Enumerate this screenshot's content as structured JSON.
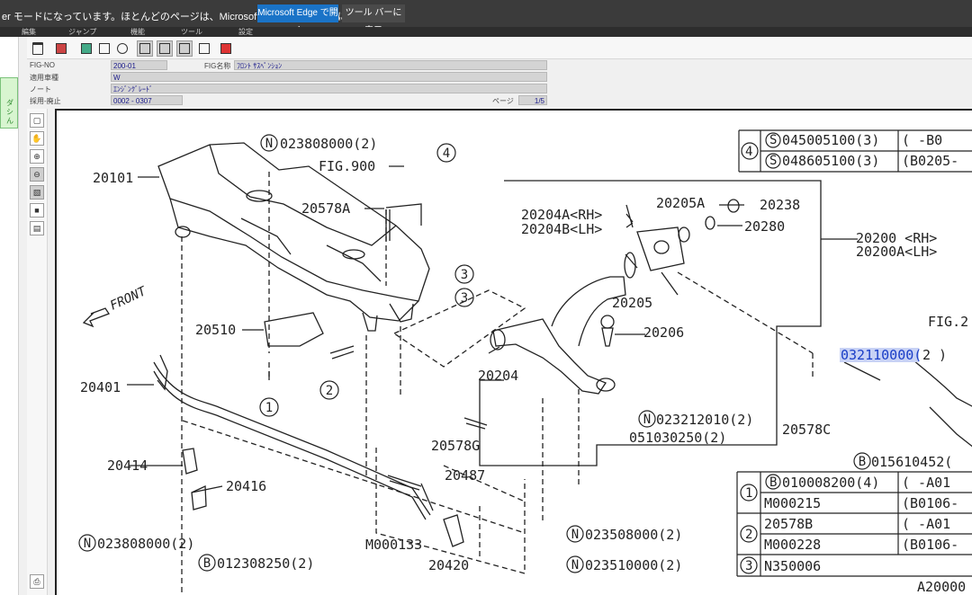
{
  "ie_notice": {
    "message": "er モードになっています。ほとんどのページは、Microsoft Edge でより適切に機能します。",
    "open_button": "Microsoft Edge で開く",
    "show_button": "ツール バーに表示"
  },
  "menu": [
    "編集",
    "ジャンプ",
    "機能",
    "ツール",
    "設定"
  ],
  "left_panel": {
    "chars": [
      "ダ",
      "シ",
      "ん"
    ]
  },
  "info": {
    "fig_no_label": "FIG-NO",
    "fig_no_value": "200-01",
    "fig_name_label": "FIG名称",
    "fig_name_value": "ﾌﾛﾝﾄ ｻｽﾍﾟﾝｼｮﾝ",
    "vehicle_label": "適用車種",
    "vehicle_value": "W",
    "note_label": "ノート",
    "note_value": "ｴﾝｼﾞﾝｸﾞﾚｰﾄﾞ",
    "period_label": "採用-廃止",
    "period_value": "0002 - 0307",
    "page_label": "ページ",
    "page_value": "1/5"
  },
  "diagram": {
    "parts": {
      "p20101": "20101",
      "n023808000_top": "023808000(2)",
      "fig900": "FIG.900",
      "p20578A": "20578A",
      "p20204A": "20204A<RH>",
      "p20204B": "20204B<LH>",
      "p20205A": "20205A",
      "p20238": "20238",
      "p20280": "20280",
      "p20200": "20200 <RH>",
      "p20200A": "20200A<LH>",
      "front": "FRONT",
      "p20510": "20510",
      "p20205": "20205",
      "p20206": "20206",
      "fig2": "FIG.2",
      "p032110000": "032110000(",
      "p032110000_qty": "2 )",
      "p20204": "20204",
      "p20401": "20401",
      "n023212010": "023212010(2)",
      "p051030250": "051030250(2)",
      "p20578C": "20578C",
      "p20578G": "20578G",
      "b015610452": "015610452(",
      "p20414": "20414",
      "p20416": "20416",
      "p20487": "20487",
      "n023808000_bot": "023808000(2)",
      "m000133": "M000133",
      "n023508000": "023508000(2)",
      "b012308250": "012308250(2)",
      "p20420": "20420",
      "n023510000": "023510000(2)",
      "a20000": "A20000"
    },
    "callouts": {
      "c1": "1",
      "c2": "2",
      "c3a": "3",
      "c3b": "3",
      "c4": "4"
    },
    "table_top": {
      "row_no": "4",
      "r1_part": "045005100(3)",
      "r1_range": "(      -B0",
      "r2_part": "048605100(3)",
      "r2_range": "(B0205-"
    },
    "table_bottom": {
      "g1_no": "1",
      "g1_r1_part": "010008200(4)",
      "g1_r1_range": "(      -A01",
      "g1_r2_part": "M000215",
      "g1_r2_range": "(B0106-",
      "g2_no": "2",
      "g2_r1_part": "20578B",
      "g2_r1_range": "(      -A01",
      "g2_r2_part": "M000228",
      "g2_r2_range": "(B0106-",
      "g3_no": "3",
      "g3_r1_part": "N350006"
    }
  }
}
